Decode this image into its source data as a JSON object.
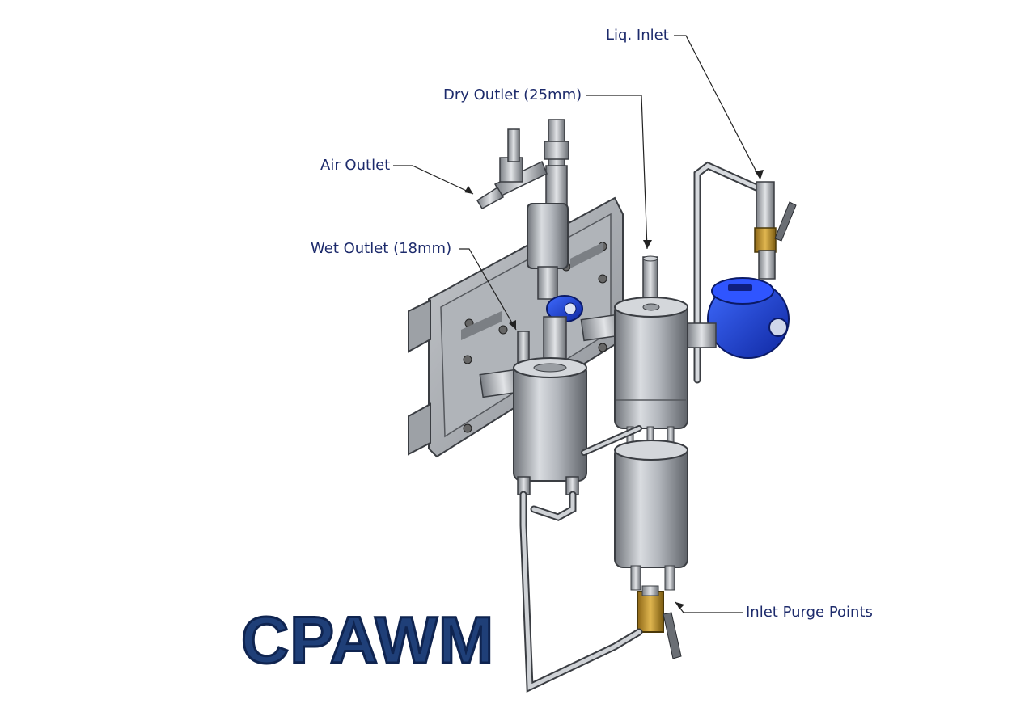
{
  "labels": {
    "liq_inlet": "Liq. Inlet",
    "dry_outlet": "Dry Outlet (25mm)",
    "air_outlet": "Air Outlet",
    "wet_outlet": "Wet Outlet (18mm)",
    "inlet_purge_points": "Inlet Purge Points"
  },
  "title": "CPAWM",
  "colors": {
    "label_text": "#1c2a6b",
    "title_fill": "#1f3f78",
    "steel": "#b8bcc2",
    "blue_housing": "#1b3fd6",
    "brass": "#b88a2a"
  }
}
